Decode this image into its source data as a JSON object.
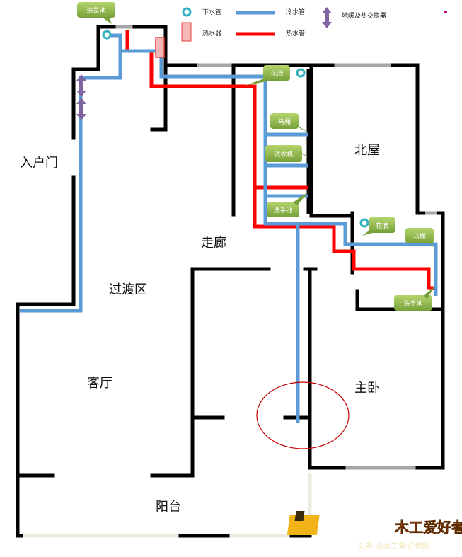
{
  "legend": {
    "drain": "下水管",
    "cold": "冷水管",
    "heater": "热水器",
    "hot": "热水管",
    "exchanger": "地暖及热交换器"
  },
  "rooms": {
    "entrance": "入户门",
    "corridor": "走廊",
    "north": "北屋",
    "transition": "过渡区",
    "living": "客厅",
    "master": "主卧",
    "balcony": "阳台"
  },
  "fixtures": {
    "kitchen_sink": "洗菜池",
    "shower1": "花洒",
    "toilet1": "马桶",
    "washer": "洗衣机",
    "basin1": "洗手池",
    "shower2": "花洒",
    "toilet2": "马桶",
    "basin2": "洗手池"
  },
  "watermark": {
    "logo": "木工爱好者",
    "caption": "头条 @木工爱好者网"
  },
  "colors": {
    "wall": "#000000",
    "cold": "#5b9bd5",
    "hot": "#ff0000",
    "tag": "#8fb848",
    "exchanger": "#8064a2",
    "drain": "#31b0c0",
    "annotation": "#c00000",
    "wall_gray": "#a6a6a6",
    "wall_beige": "#ecebe0"
  }
}
